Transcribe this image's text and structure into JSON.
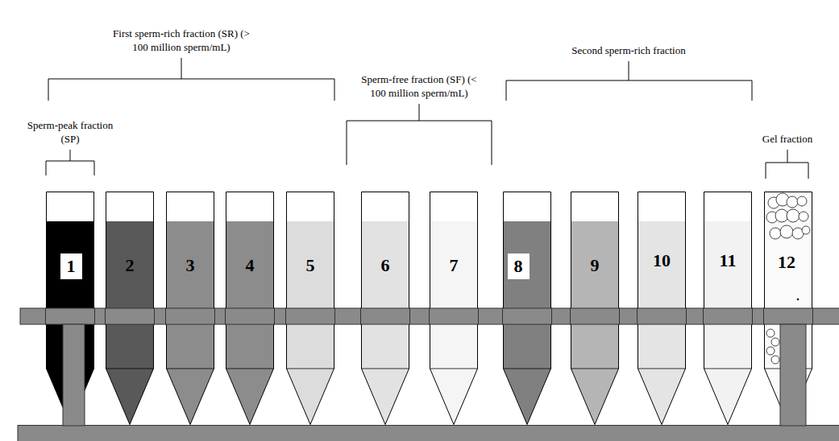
{
  "diagram": {
    "nodes": [
      {
        "text": [
          "1"
        ]
      },
      {
        "text": [
          "2"
        ]
      },
      {
        "text": [
          "3"
        ]
      },
      {
        "text": [
          "4"
        ]
      },
      {
        "text": [
          "5"
        ]
      },
      {
        "text": [
          "6"
        ]
      },
      {
        "text": [
          "7"
        ]
      },
      {
        "text": [
          "8"
        ]
      },
      {
        "text": [
          "9"
        ]
      },
      {
        "text": [
          "10"
        ]
      },
      {
        "text": [
          "11"
        ]
      },
      {
        "text": [
          "12"
        ]
      }
    ],
    "labels": [
      "First sperm-rich fraction (SR) (> 100 million sperm/mL)",
      "Sperm-peak fraction (SP)",
      "Sperm-free fraction (SF) (< 100 million sperm/mL)",
      "Second sperm-rich fraction",
      "Gel fraction"
    ]
  }
}
